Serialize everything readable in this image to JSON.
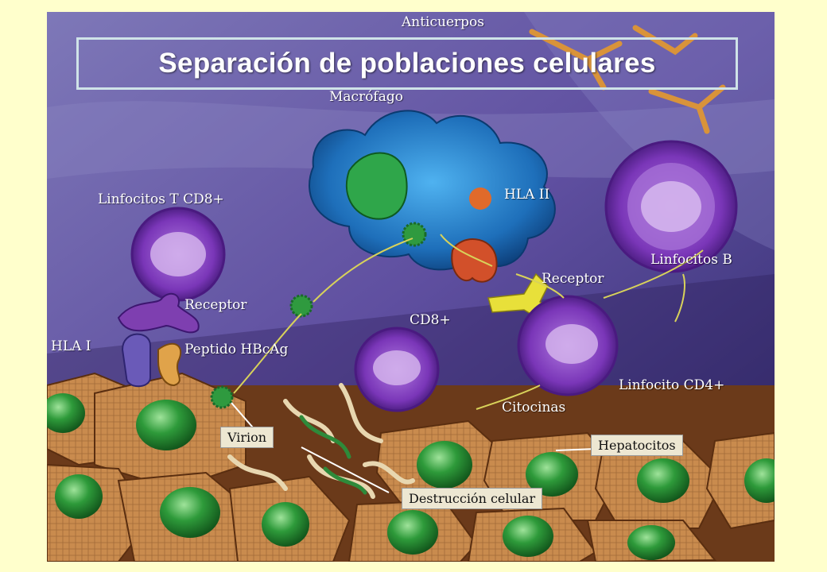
{
  "title": "Separación de poblaciones celulares",
  "labels": {
    "anticuerpos": "Anticuerpos",
    "macrofago": "Macrófago",
    "linfocitos_t_cd8": "Linfocitos T CD8+",
    "hla_ii": "HLA II",
    "receptor_left": "Receptor",
    "receptor_right": "Receptor",
    "linfocitos_b": "Linfocitos B",
    "hla_i": "HLA I",
    "peptido": "Peptido HBcAg",
    "cd8": "CD8+",
    "linfocito_cd4": "Linfocito CD4+",
    "citocinas": "Citocinas",
    "virion": "Virion",
    "hepatocitos": "Hepatocitos",
    "destruccion": "Destrucción celular"
  },
  "colors": {
    "page_background": "#FFFFCC",
    "illustration_background": "#6A5BA8",
    "title_text": "#FFFFFF",
    "title_border": "#CFE3E8",
    "hepatocyte": "#C8874A",
    "nucleus": "#1F8A2E",
    "macrophage": "#1E7BC4",
    "lymphocyte": "#8A3FC0"
  }
}
